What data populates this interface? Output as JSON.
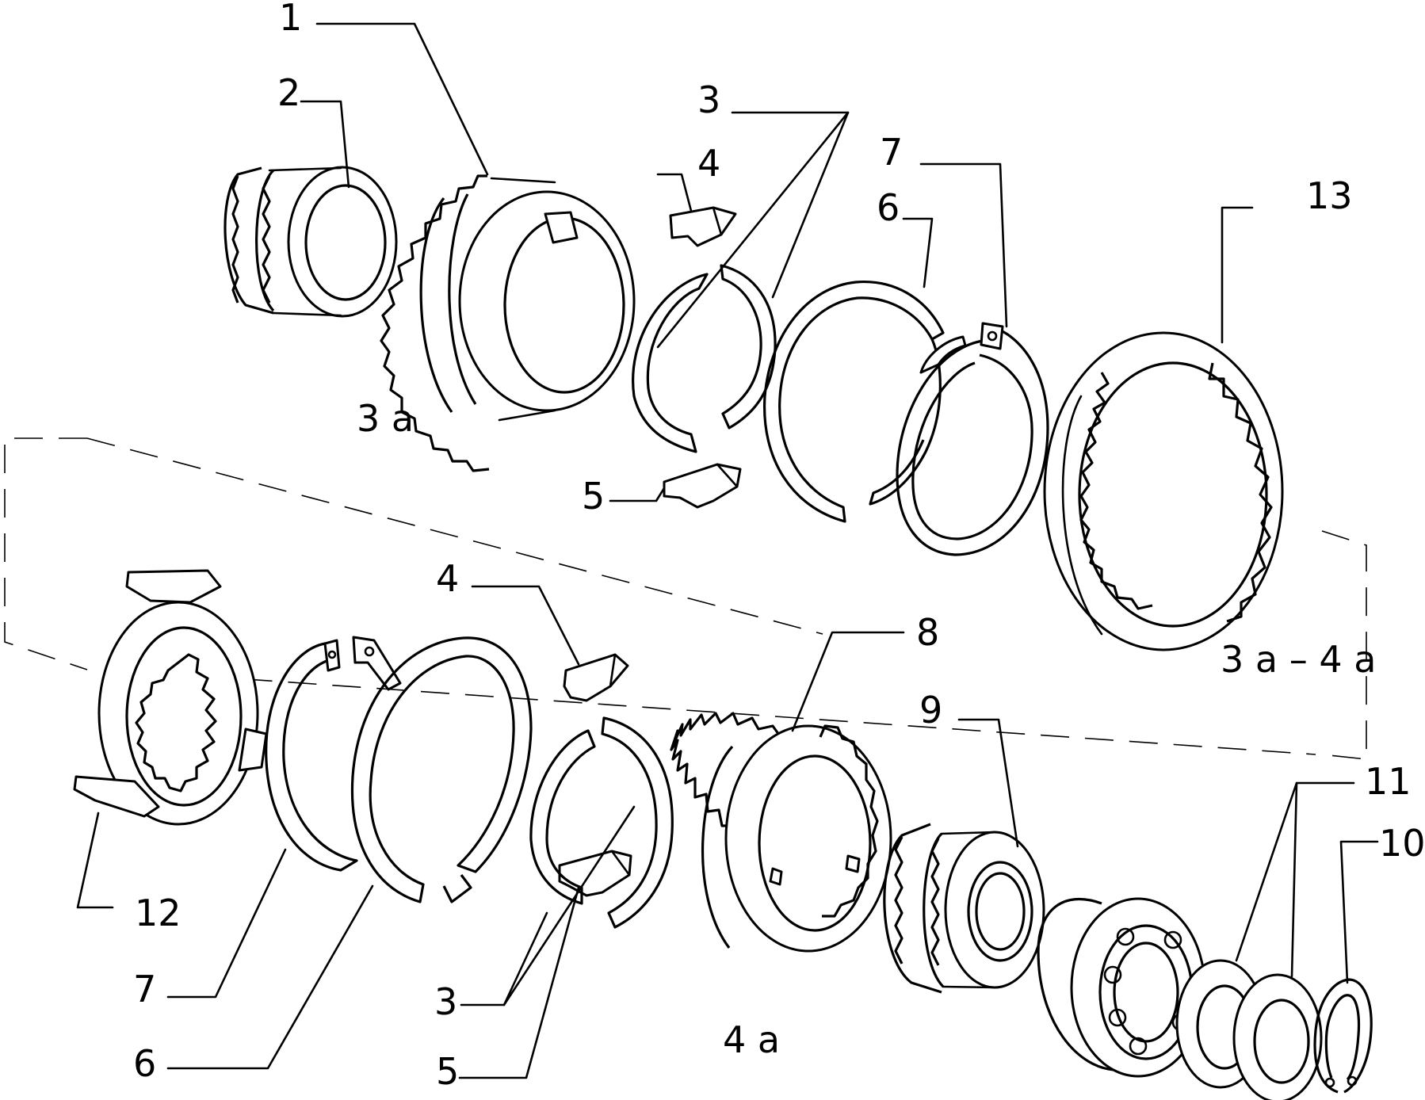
{
  "callouts": [
    {
      "id": "c1",
      "text": "1"
    },
    {
      "id": "c2",
      "text": "2"
    },
    {
      "id": "c3t",
      "text": "3"
    },
    {
      "id": "c4t",
      "text": "4"
    },
    {
      "id": "c5t",
      "text": "5"
    },
    {
      "id": "c6t",
      "text": "6"
    },
    {
      "id": "c7t",
      "text": "7"
    },
    {
      "id": "c13",
      "text": "13"
    },
    {
      "id": "c3a",
      "text": "3 a"
    },
    {
      "id": "c3a4a",
      "text": "3 a – 4 a"
    },
    {
      "id": "c4b",
      "text": "4"
    },
    {
      "id": "c8",
      "text": "8"
    },
    {
      "id": "c9",
      "text": "9"
    },
    {
      "id": "c11",
      "text": "11"
    },
    {
      "id": "c10",
      "text": "10"
    },
    {
      "id": "c12",
      "text": "12"
    },
    {
      "id": "c7b",
      "text": "7"
    },
    {
      "id": "c6b",
      "text": "6"
    },
    {
      "id": "c3b",
      "text": "3"
    },
    {
      "id": "c5b",
      "text": "5"
    },
    {
      "id": "c4a",
      "text": "4 a"
    }
  ]
}
